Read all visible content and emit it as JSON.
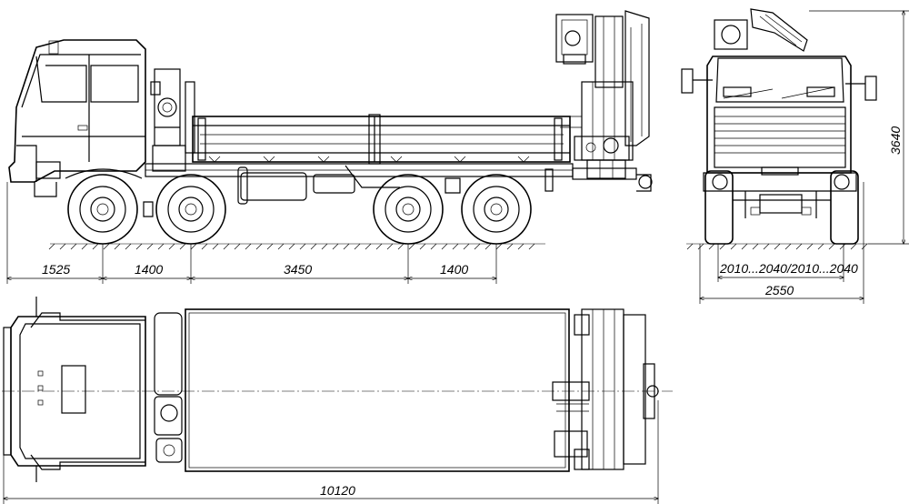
{
  "dimensions": {
    "side_front_overhang": "1525",
    "side_wheelbase_1": "1400",
    "side_wheelbase_2": "3450",
    "side_wheelbase_3": "1400",
    "front_track": "2010...2040/2010...2040",
    "front_width": "2550",
    "front_height": "3640",
    "plan_length": "10120"
  }
}
